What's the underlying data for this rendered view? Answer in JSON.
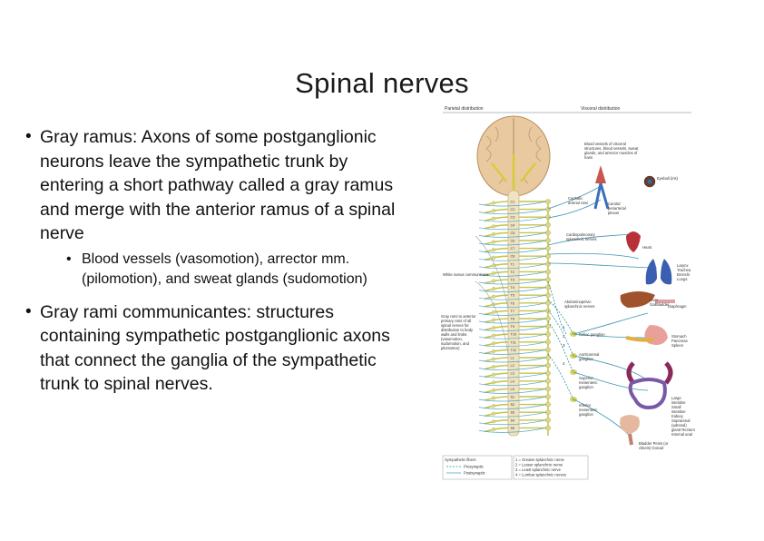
{
  "slide": {
    "title": "Spinal nerves",
    "bullets": [
      {
        "text": "Gray ramus: Axons of some postganglionic neurons leave the sympathetic trunk by entering a short pathway called a gray ramus and merge with the anterior ramus of a spinal nerve",
        "sub": "Blood vessels (vasomotion), arrector mm. (pilomotion), and sweat glands (sudomotion)"
      },
      {
        "text": "Gray rami communicantes: structures containing sympathetic postganglionic axons that connect the ganglia of the sympathetic trunk to spinal nerves."
      }
    ]
  },
  "figure": {
    "headers": {
      "left": "Parietal distribution",
      "right": "Visceral distribution"
    },
    "left_labels": {
      "white_ramus": "White ramus communicans",
      "gray_rami": "Gray rami to anterior primary rami of all spinal nerves for distribution to body walls and limbs (vasomotion, sudomotion, and pilomotion)"
    },
    "center_labels": {
      "cephalic": "Cephalic arterial rami",
      "cardiopulmonary": "Cardiopulmonary splanchnic nerves",
      "abdominopelvic": "Abdominopelvic splanchnic nerves",
      "celiac": "Celiac ganglion",
      "aorticorenal": "Aorticorenal ganglion",
      "superior_mesenteric": "Superior mesenteric ganglion",
      "inferior_mesenteric": "Inferior mesenteric ganglion"
    },
    "right_labels": {
      "blood_vessels": "Blood vessels of visceral structures, blood vessels, sweat glands, and arrector muscles of hairs",
      "carotid": "Carotid periarterial plexus",
      "eyeball": "Eyeball (iris)",
      "heart": "Heart",
      "lungs": "Larynx Trachea Bronchi Lungs",
      "diaphragm": "Diaphragm",
      "liver": "Liver Gallbladder",
      "stomach": "Stomach Pancreas Spleen",
      "intestine": "Large intestine Small intestine Kidney Suprarenal (adrenal) gland Rectum Internal anal sphincter",
      "bladder": "Bladder Penis (or clitoris) Gonad"
    },
    "segments": [
      "C1",
      "C2",
      "C3",
      "C4",
      "C5",
      "C6",
      "C7",
      "C8",
      "T1",
      "T2",
      "T3",
      "T4",
      "T5",
      "T6",
      "T7",
      "T8",
      "T9",
      "T10",
      "T11",
      "T12",
      "L1",
      "L2",
      "L3",
      "L4",
      "L5",
      "S1",
      "S2",
      "S3",
      "S4",
      "S5"
    ],
    "legend": {
      "title": "Sympathetic fibers",
      "pre": "Presynaptic",
      "post": "Postsynaptic",
      "n1": "1 = Greater splanchnic nerve",
      "n2": "2 = Lesser splanchnic nerve",
      "n3": "3 = Least splanchnic nerve",
      "n4": "4 = Lumbar splanchnic nerves"
    },
    "colors": {
      "nerve": "#c9c24a",
      "ganglion": "#ddd98a",
      "presynaptic": "#2c8fa8",
      "postsynaptic": "#4fa6c4",
      "brain": "#e3c49a"
    }
  }
}
